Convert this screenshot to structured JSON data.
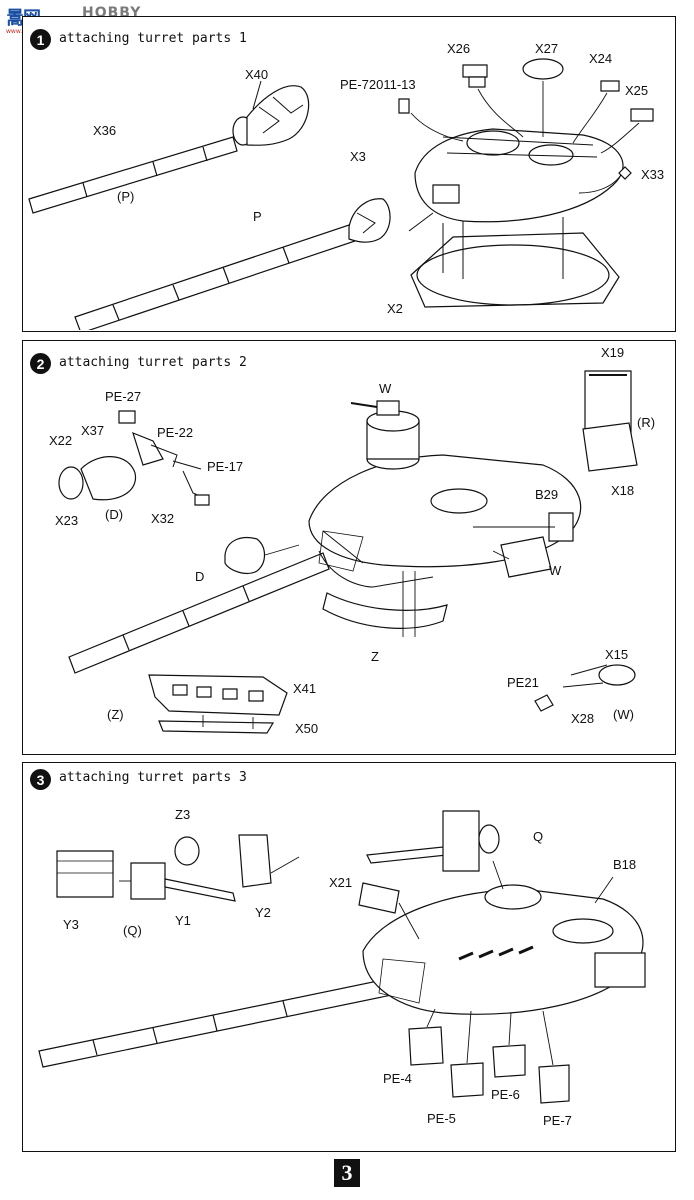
{
  "watermark": {
    "cn": "暠网",
    "en": "HOBBY SEARCH",
    "url": "www.hobbysearch.cn"
  },
  "steps": [
    {
      "number": "1",
      "title": "attaching turret parts 1",
      "labels": {
        "x40": "X40",
        "x36": "X36",
        "p_paren": "(P)",
        "p": "P",
        "pe72011": "PE-72011-13",
        "x26": "X26",
        "x27": "X27",
        "x24": "X24",
        "x25": "X25",
        "x3": "X3",
        "x33": "X33",
        "x2": "X2"
      }
    },
    {
      "number": "2",
      "title": "attaching turret parts 2",
      "labels": {
        "pe27": "PE-27",
        "x37": "X37",
        "pe22": "PE-22",
        "x22": "X22",
        "pe17": "PE-17",
        "x23": "X23",
        "d_paren": "(D)",
        "x32": "X32",
        "w_top": "W",
        "x19": "X19",
        "r_paren": "(R)",
        "x18": "X18",
        "b29": "B29",
        "d": "D",
        "w_side": "W",
        "z": "Z",
        "x41": "X41",
        "z_paren": "(Z)",
        "x50": "X50",
        "x15": "X15",
        "pe21": "PE21",
        "x28": "X28",
        "w_paren": "(W)"
      }
    },
    {
      "number": "3",
      "title": "attaching turret parts 3",
      "labels": {
        "z3": "Z3",
        "q": "Q",
        "b18": "B18",
        "x21": "X21",
        "y3": "Y3",
        "q_paren": "(Q)",
        "y1": "Y1",
        "y2": "Y2",
        "pe4": "PE-4",
        "pe5": "PE-5",
        "pe6": "PE-6",
        "pe7": "PE-7"
      }
    }
  ],
  "page_number": "3"
}
